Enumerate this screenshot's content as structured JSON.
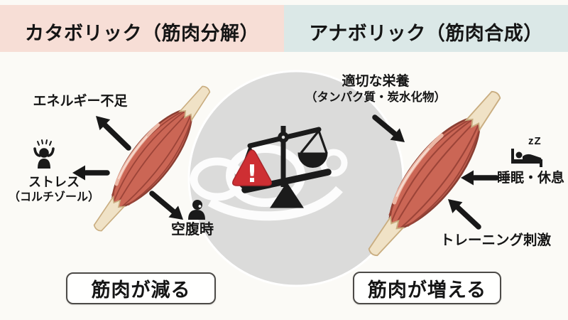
{
  "header": {
    "left": {
      "label": "カタボリック（筋肉分解）",
      "bg_color": "#f7ded6"
    },
    "right": {
      "label": "アナボリック（筋肉合成）",
      "bg_color": "#dbe8e7"
    }
  },
  "catabolic": {
    "factors": [
      {
        "label": "エネルギー不足"
      },
      {
        "label": "ストレス",
        "sublabel": "（コルチゾール）",
        "icon": "stressed-person-icon"
      },
      {
        "label": "空腹時",
        "icon": "hungry-person-icon"
      }
    ],
    "result": "筋肉が減る"
  },
  "anabolic": {
    "factors": [
      {
        "label": "適切な栄養",
        "sublabel": "（タンパク質・炭水化物）"
      },
      {
        "label": "睡眠・休息",
        "icon": "sleeping-bed-icon",
        "icon_text": "zZ"
      },
      {
        "label": "トレーニング刺激"
      }
    ],
    "result": "筋肉が増える"
  },
  "center": {
    "icon": "unbalanced-scale-icon",
    "warning_icon": "warning-triangle-icon",
    "warning_text": "!"
  },
  "colors": {
    "catabolic_header_bg": "#f7ded6",
    "anabolic_header_bg": "#dbe8e7",
    "page_bg": "#fbfaf6",
    "circle_bg": "#dbdbda",
    "warning_red": "#ce2f33",
    "muscle_red": "#cb6655",
    "tendon_cream": "#f0e2c6",
    "ink_black": "#1b1b1b"
  }
}
